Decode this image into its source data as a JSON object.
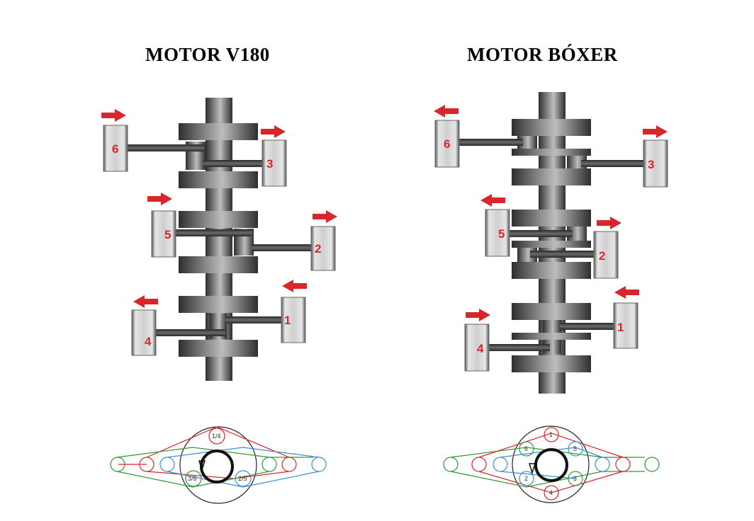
{
  "titles": {
    "left": "MOTOR V180",
    "right": "MOTOR BÓXER"
  },
  "colors": {
    "arrow": "#d8262a",
    "red": "#d8262a",
    "green": "#2f9a3a",
    "blue": "#3a8fd0",
    "steel_dark": "#3c3c3c"
  },
  "left_engine": {
    "cylinders": [
      {
        "label": "6",
        "side": "left",
        "push": "right"
      },
      {
        "label": "3",
        "side": "right",
        "push": "right"
      },
      {
        "label": "5",
        "side": "left",
        "push": "right"
      },
      {
        "label": "2",
        "side": "right",
        "push": "right"
      },
      {
        "label": "1",
        "side": "right",
        "push": "left"
      },
      {
        "label": "4",
        "side": "left",
        "push": "left"
      }
    ],
    "diagram_labels": [
      "1/4",
      "3/6",
      "2/5"
    ]
  },
  "right_engine": {
    "cylinders": [
      {
        "label": "6",
        "side": "left",
        "push": "left"
      },
      {
        "label": "3",
        "side": "right",
        "push": "right"
      },
      {
        "label": "5",
        "side": "left",
        "push": "left"
      },
      {
        "label": "2",
        "side": "right",
        "push": "right"
      },
      {
        "label": "1",
        "side": "right",
        "push": "left"
      },
      {
        "label": "4",
        "side": "left",
        "push": "right"
      }
    ],
    "diagram_labels": [
      "1",
      "6",
      "5",
      "2",
      "3",
      "4"
    ]
  }
}
